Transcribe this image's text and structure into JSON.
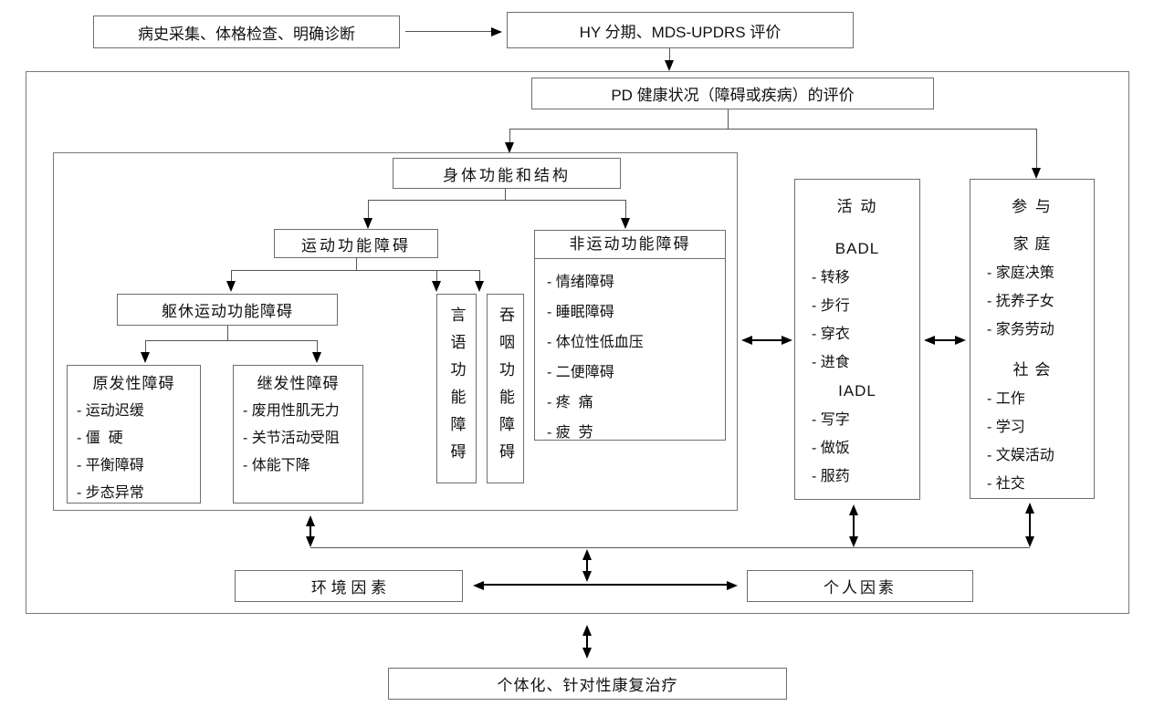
{
  "colors": {
    "background": "#ffffff",
    "box_border": "#6e6e6e",
    "line": "#555555",
    "arrow": "#000000",
    "text": "#111111"
  },
  "flow": {
    "history": "病史采集、体格检查、明确诊断",
    "staging": "HY 分期、MDS-UPDRS 评价",
    "pd_health": "PD 健康状况（障碍或疾病）的评价",
    "body_structure": "身体功能和结构",
    "motor": "运动功能障碍",
    "trunk_motor": "躯休运动功能障碍",
    "primary": {
      "title": "原发性障碍",
      "items": [
        "- 运动迟缓",
        "- 僵  硬",
        "- 平衡障碍",
        "- 步态异常"
      ]
    },
    "secondary": {
      "title": "继发性障碍",
      "items": [
        "- 废用性肌无力",
        "- 关节活动受阻",
        "- 体能下降"
      ]
    },
    "speech": "言语功能障碍",
    "swallow": "吞咽功能障碍",
    "nonmotor": {
      "title": "非运动功能障碍",
      "items": [
        "- 情绪障碍",
        "- 睡眠障碍",
        "- 体位性低血压",
        "- 二便障碍",
        "- 疼  痛",
        "- 疲  劳"
      ]
    },
    "activity": {
      "title": "活 动",
      "badl": "BADL",
      "badl_items": [
        "- 转移",
        "- 步行",
        "- 穿衣",
        "- 进食"
      ],
      "iadl": "IADL",
      "iadl_items": [
        "- 写字",
        "- 做饭",
        "- 服药"
      ]
    },
    "participation": {
      "title": "参 与",
      "family": "家 庭",
      "family_items": [
        "- 家庭决策",
        "- 抚养子女",
        "- 家务劳动"
      ],
      "social": "社 会",
      "social_items": [
        "- 工作",
        "- 学习",
        "- 文娱活动",
        "- 社交"
      ]
    },
    "environment": "环 境 因 素",
    "personal": "个人因素",
    "treatment": "个体化、针对性康复治疗"
  }
}
